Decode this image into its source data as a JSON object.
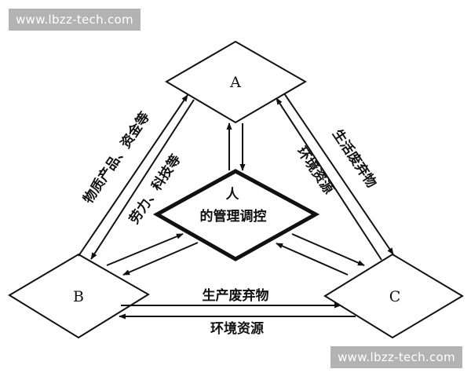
{
  "watermark": "www.lbzz-tech.com",
  "nodes": {
    "a": "A",
    "b": "B",
    "c": "C",
    "center_line1": "人",
    "center_line2": "的管理调控"
  },
  "edges": {
    "b_to_a": "物质产品、资金等",
    "a_to_b": "劳力、科技等",
    "a_to_c": "生活废弃物",
    "c_to_a": "环境资源",
    "b_to_c": "生产废弃物",
    "c_to_b": "环境资源"
  }
}
